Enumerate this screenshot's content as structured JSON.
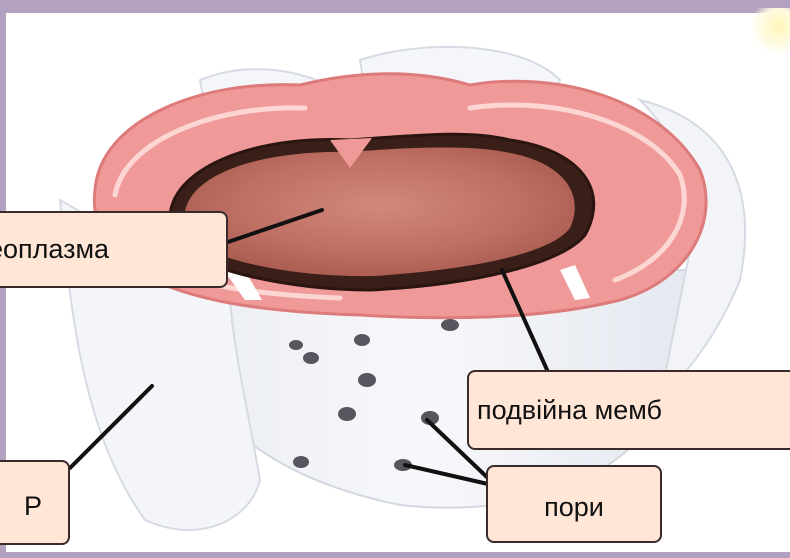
{
  "labels": {
    "nucleoplasm": "еоплазма",
    "double_membrane": "подвійна мемб",
    "pores": "пори",
    "er": "Р"
  },
  "colors": {
    "border": "#b3a1c2",
    "label_fill": "#ffe6d7",
    "membrane_pink": "#ee8f8f",
    "nucleoplasm_brown": "#c5756a",
    "dark_membrane": "#3a1f18",
    "pore": "#555560"
  },
  "icons": [
    "nuclear-envelope-illustration"
  ]
}
